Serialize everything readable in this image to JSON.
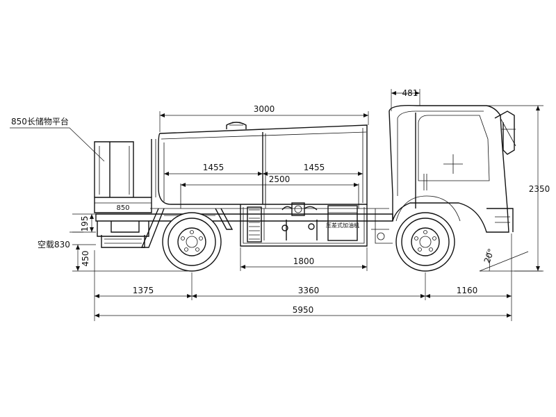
{
  "dimensions": {
    "overall_length": "5950",
    "front_overhang": "1160",
    "wheelbase": "3360",
    "rear_overhang": "1375",
    "tank_length": "3000",
    "tank_half_left": "1455",
    "tank_half_right": "1455",
    "inner_span": "2500",
    "cabinet_width": "1800",
    "platform_length": "850",
    "cab_offset": "481",
    "overall_height": "2350",
    "frame_height": "195",
    "ground_clearance": "450",
    "unloaded_height": "空载830",
    "approach_angle": "20°"
  },
  "labels": {
    "platform_callout": "850长储物平台",
    "cabinet_label": "压差式加油机"
  }
}
